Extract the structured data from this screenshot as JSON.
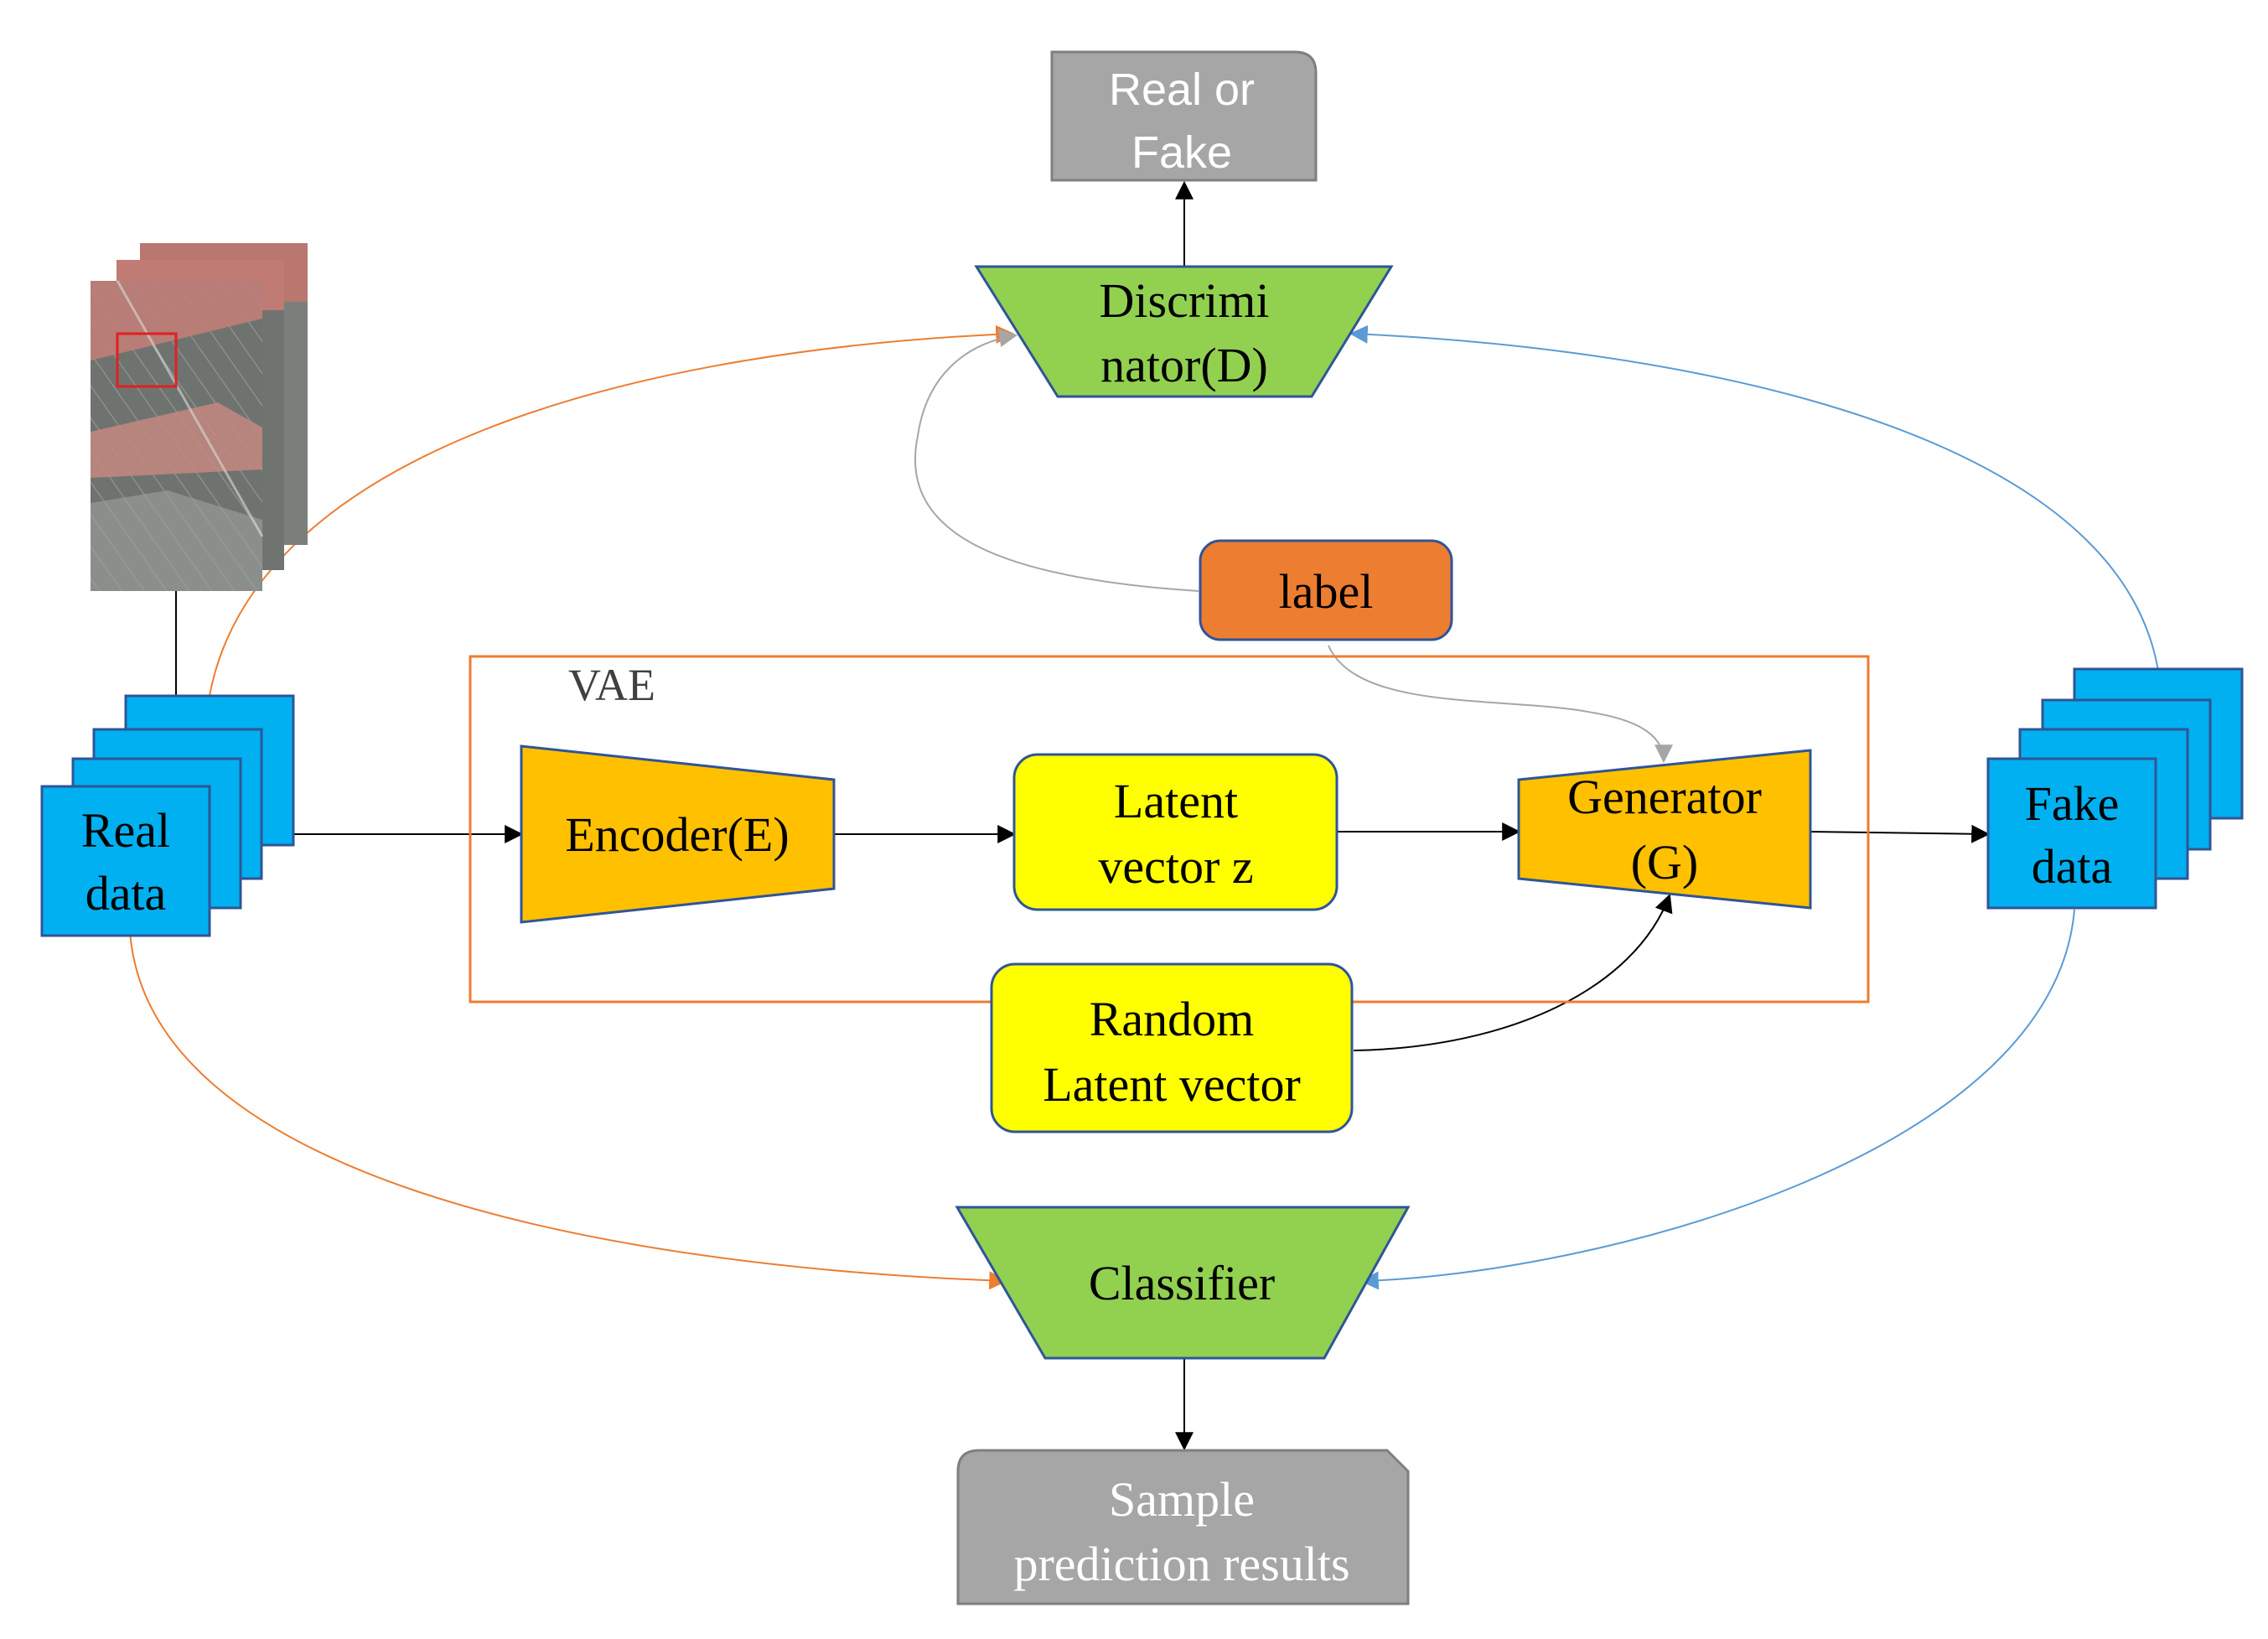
{
  "nodes": {
    "real_or_fake": {
      "line1": "Real or",
      "line2": "Fake"
    },
    "discriminator": {
      "line1": "Discrimi",
      "line2": "nator(D)"
    },
    "label": {
      "text": "label"
    },
    "vae": {
      "text": "VAE"
    },
    "real_data": {
      "line1": "Real",
      "line2": "data"
    },
    "encoder": {
      "text": "Encoder(E)"
    },
    "latent_z": {
      "line1": "Latent",
      "line2": "vector z"
    },
    "generator": {
      "line1": "Generator",
      "line2": "(G)"
    },
    "fake_data": {
      "line1": "Fake",
      "line2": "data"
    },
    "random_latent": {
      "line1": "Random",
      "line2": "Latent vector"
    },
    "classifier": {
      "text": "Classifier"
    },
    "sample_results": {
      "line1": "Sample",
      "line2": "prediction results"
    }
  },
  "colors": {
    "green": "#92d050",
    "orange_box": "#ffc000",
    "yellow": "#ffff00",
    "blue": "#00b0f0",
    "label_orange": "#ed7d31",
    "gray_box": "#a6a6a6",
    "arrow_orange": "#ed7d31",
    "arrow_blue": "#5b9bd5",
    "arrow_gray": "#a6a6a6"
  },
  "icons": {
    "input_image": "hyperspectral-image-stack-icon"
  }
}
